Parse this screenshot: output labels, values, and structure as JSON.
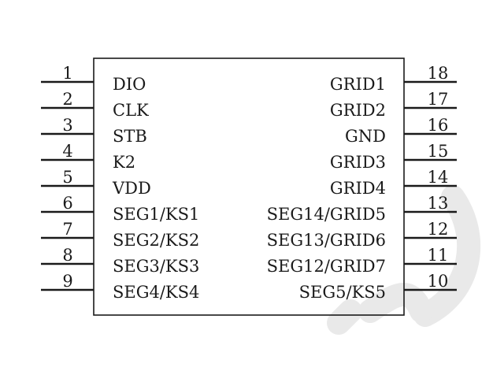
{
  "chip": {
    "left_pins": [
      {
        "number": "1",
        "label": "DIO"
      },
      {
        "number": "2",
        "label": "CLK"
      },
      {
        "number": "3",
        "label": "STB"
      },
      {
        "number": "4",
        "label": "K2"
      },
      {
        "number": "5",
        "label": "VDD"
      },
      {
        "number": "6",
        "label": "SEG1/KS1"
      },
      {
        "number": "7",
        "label": "SEG2/KS2"
      },
      {
        "number": "8",
        "label": "SEG3/KS3"
      },
      {
        "number": "9",
        "label": "SEG4/KS4"
      }
    ],
    "right_pins": [
      {
        "number": "18",
        "label": "GRID1"
      },
      {
        "number": "17",
        "label": "GRID2"
      },
      {
        "number": "16",
        "label": "GND"
      },
      {
        "number": "15",
        "label": "GRID3"
      },
      {
        "number": "14",
        "label": "GRID4"
      },
      {
        "number": "13",
        "label": "SEG14/GRID5"
      },
      {
        "number": "12",
        "label": "SEG13/GRID6"
      },
      {
        "number": "11",
        "label": "SEG12/GRID7"
      },
      {
        "number": "10",
        "label": "SEG5/KS5"
      }
    ]
  },
  "colors": {
    "ink": "#1a1a1a",
    "watermark": "#e9e9e9"
  }
}
